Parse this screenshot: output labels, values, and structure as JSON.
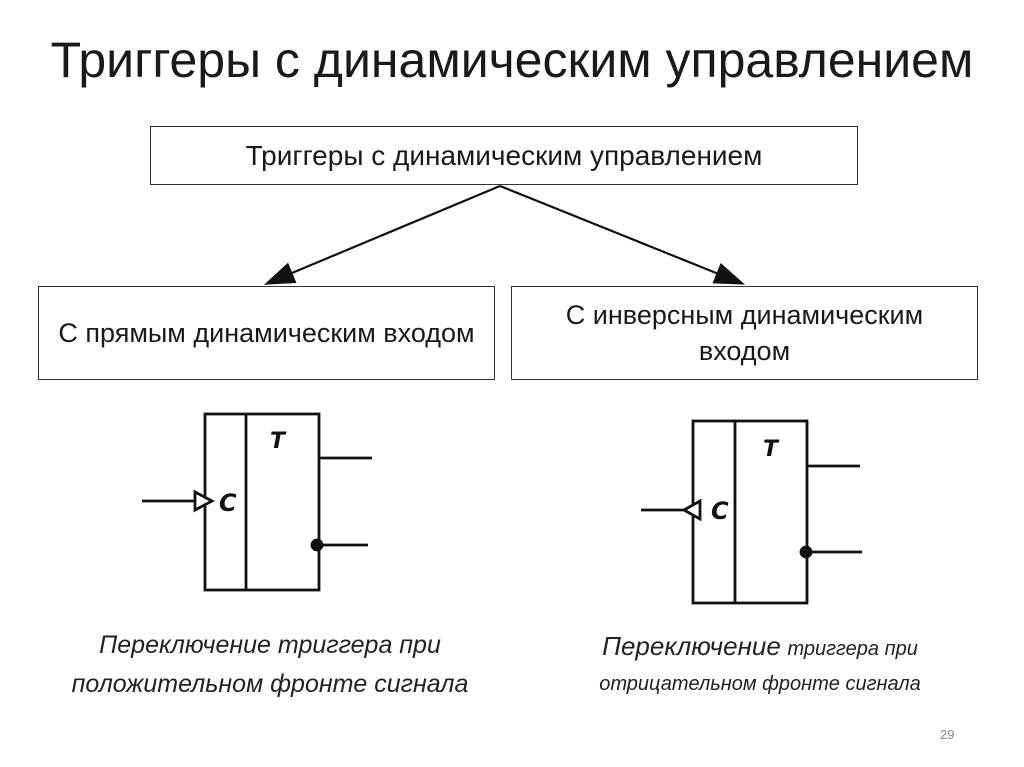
{
  "title": "Триггеры с динамическим управлением",
  "root": {
    "label": "Триггеры с динамическим управлением"
  },
  "branches": [
    {
      "label": "С прямым динамическим входом",
      "caption": "Переключение триггера при положительном фронте сигнала"
    },
    {
      "label": "С инверсным динамическим входом",
      "caption_big": "Переключение",
      "caption_small": "триггера при",
      "caption_rest": "отрицательном фронте сигнала"
    }
  ],
  "symbol": {
    "type_letter": "T",
    "input_letter": "C"
  },
  "page_number": "29"
}
